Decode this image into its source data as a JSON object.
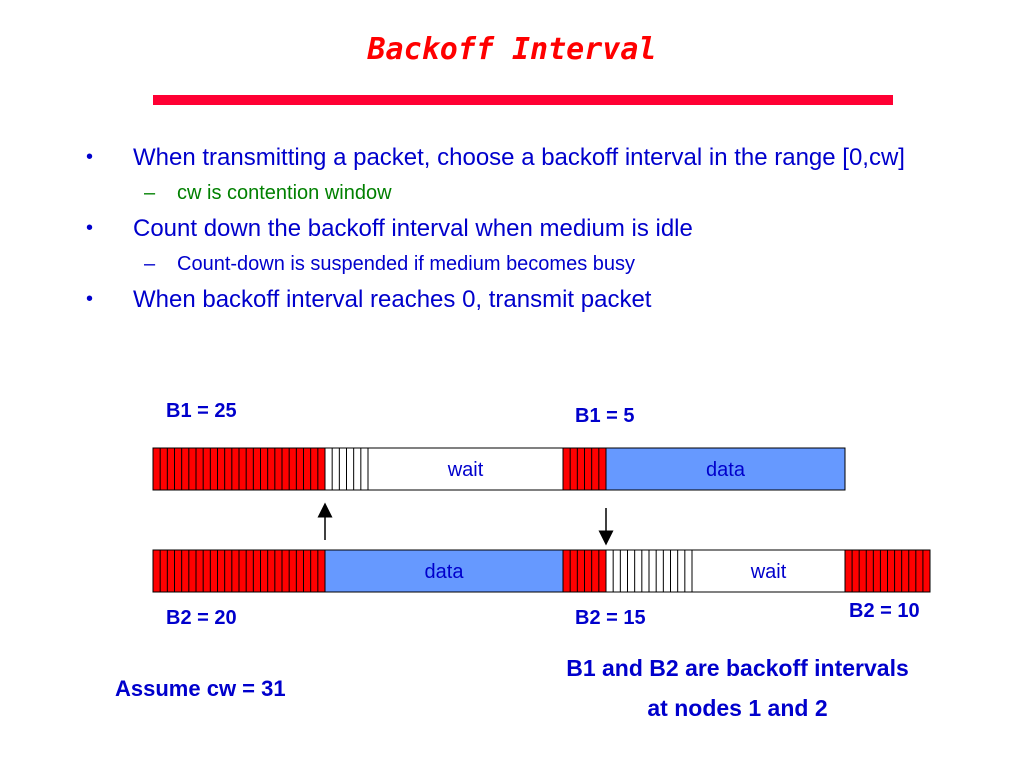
{
  "slide": {
    "title": "Backoff Interval",
    "bullets": [
      {
        "text": "When transmitting a packet, choose a backoff interval in the range [0,cw]"
      },
      {
        "text": "cw is contention window",
        "sub": true
      },
      {
        "text": "Count down the backoff interval when medium is idle"
      },
      {
        "text": "Count-down is suspended if medium becomes busy",
        "sub": true
      },
      {
        "text": "When backoff interval reaches 0, transmit packet"
      }
    ],
    "bullet_glyph": "•",
    "sub_glyph": "–"
  },
  "diagram": {
    "labels": {
      "b1_start": "B1 = 25",
      "b1_mid": "B1 = 5",
      "b2_start": "B2 = 20",
      "b2_mid": "B2 = 15",
      "b2_end": "B2 = 10"
    },
    "segments": {
      "wait": "wait",
      "data": "data"
    },
    "assume": "Assume cw = 31",
    "note_line1": "B1 and B2 are backoff intervals",
    "note_line2": "at nodes 1 and 2"
  },
  "colors": {
    "red": "#ff0000",
    "blue_fill": "#6699ff",
    "text_blue": "#0000cc",
    "green": "#008000"
  }
}
